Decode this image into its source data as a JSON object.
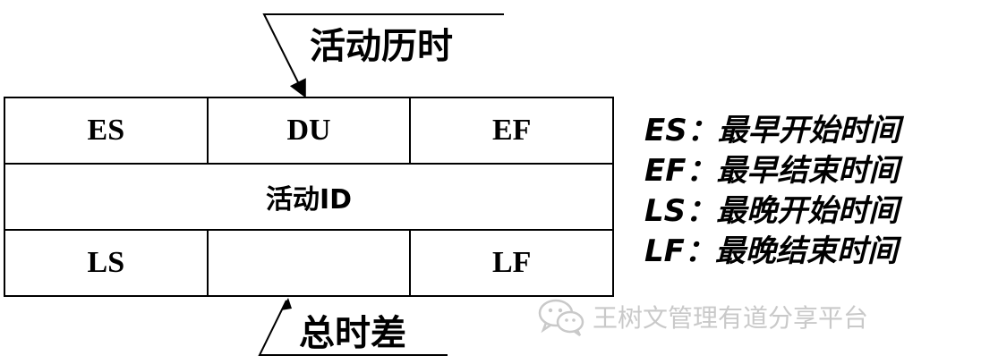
{
  "callouts": {
    "top": "活动历时",
    "bottom": "总时差"
  },
  "node": {
    "top_row": [
      "ES",
      "DU",
      "EF"
    ],
    "middle": "活动ID",
    "bottom_row": [
      "LS",
      "",
      "LF"
    ]
  },
  "legend": [
    "ES：最早开始时间",
    "EF：最早结束时间",
    "LS：最晚开始时间",
    "LF：最晚结束时间"
  ],
  "watermark": {
    "text": "王树文管理有道分享平台",
    "icon": "wechat-icon"
  },
  "colors": {
    "line": "#000000",
    "watermark": "#c9c9c9"
  }
}
